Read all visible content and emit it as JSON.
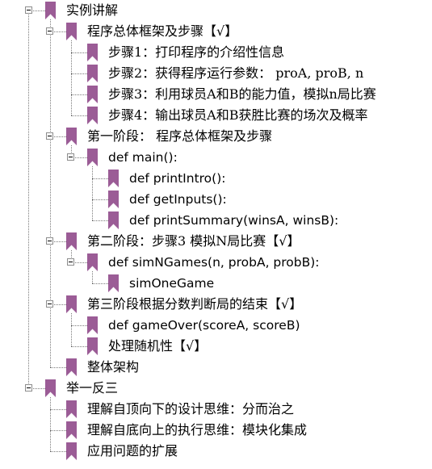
{
  "outline": {
    "icon": "bookmark-icon",
    "bookmark_color": "#9b5c96",
    "nodes": [
      {
        "id": "n0",
        "label": "实例讲解",
        "level": 0,
        "expanded": true
      },
      {
        "id": "n1",
        "label": "程序总体框架及步骤【√】",
        "level": 1,
        "expanded": true
      },
      {
        "id": "n2",
        "label": "步骤1：打印程序的介绍性信息",
        "level": 2
      },
      {
        "id": "n3",
        "label": "步骤2：获得程序运行参数： proA, proB, n",
        "level": 2
      },
      {
        "id": "n4",
        "label": "步骤3：利用球员A和B的能力值，模拟n局比赛",
        "level": 2
      },
      {
        "id": "n5",
        "label": "步骤4：输出球员A和B获胜比赛的场次及概率",
        "level": 2
      },
      {
        "id": "n6",
        "label": "第一阶段： 程序总体框架及步骤",
        "level": 1,
        "expanded": true
      },
      {
        "id": "n7",
        "label": "def main():",
        "level": 2,
        "expanded": true,
        "code": true
      },
      {
        "id": "n8",
        "label": "def printIntro():",
        "level": 3,
        "code": true
      },
      {
        "id": "n9",
        "label": "def getInputs():",
        "level": 3,
        "code": true
      },
      {
        "id": "n10",
        "label": "def printSummary(winsA, winsB):",
        "level": 3,
        "code": true
      },
      {
        "id": "n11",
        "label": "第二阶段：步骤3 模拟N局比赛【√】",
        "level": 1,
        "expanded": true
      },
      {
        "id": "n12",
        "label": "def simNGames(n, probA, probB):",
        "level": 2,
        "expanded": true,
        "code": true
      },
      {
        "id": "n13",
        "label": "simOneGame",
        "level": 3,
        "code": true
      },
      {
        "id": "n14",
        "label": "第三阶段根据分数判断局的结束【√】",
        "level": 1,
        "expanded": true
      },
      {
        "id": "n15",
        "label": "def gameOver(scoreA, scoreB)",
        "level": 2,
        "code": true
      },
      {
        "id": "n16",
        "label": "处理随机性【√】",
        "level": 2
      },
      {
        "id": "n17",
        "label": "整体架构",
        "level": 1
      },
      {
        "id": "n18",
        "label": "举一反三",
        "level": 0,
        "expanded": true
      },
      {
        "id": "n19",
        "label": "理解自顶向下的设计思维：分而治之",
        "level": 1
      },
      {
        "id": "n20",
        "label": "理解自底向上的执行思维：模块化集成",
        "level": 1
      },
      {
        "id": "n21",
        "label": "应用问题的扩展",
        "level": 1
      }
    ]
  }
}
